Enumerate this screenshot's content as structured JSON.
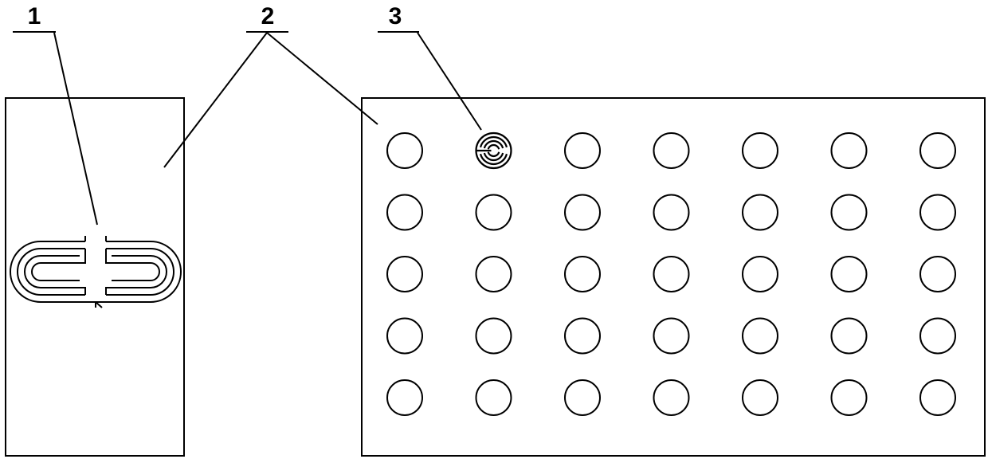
{
  "labels": {
    "ref1": "1",
    "ref2": "2",
    "ref3": "3"
  },
  "grid": {
    "rows": 5,
    "columns": 7,
    "special_cell": {
      "row": 0,
      "column": 1
    }
  },
  "colors": {
    "line": "#000000",
    "background": "#ffffff"
  }
}
